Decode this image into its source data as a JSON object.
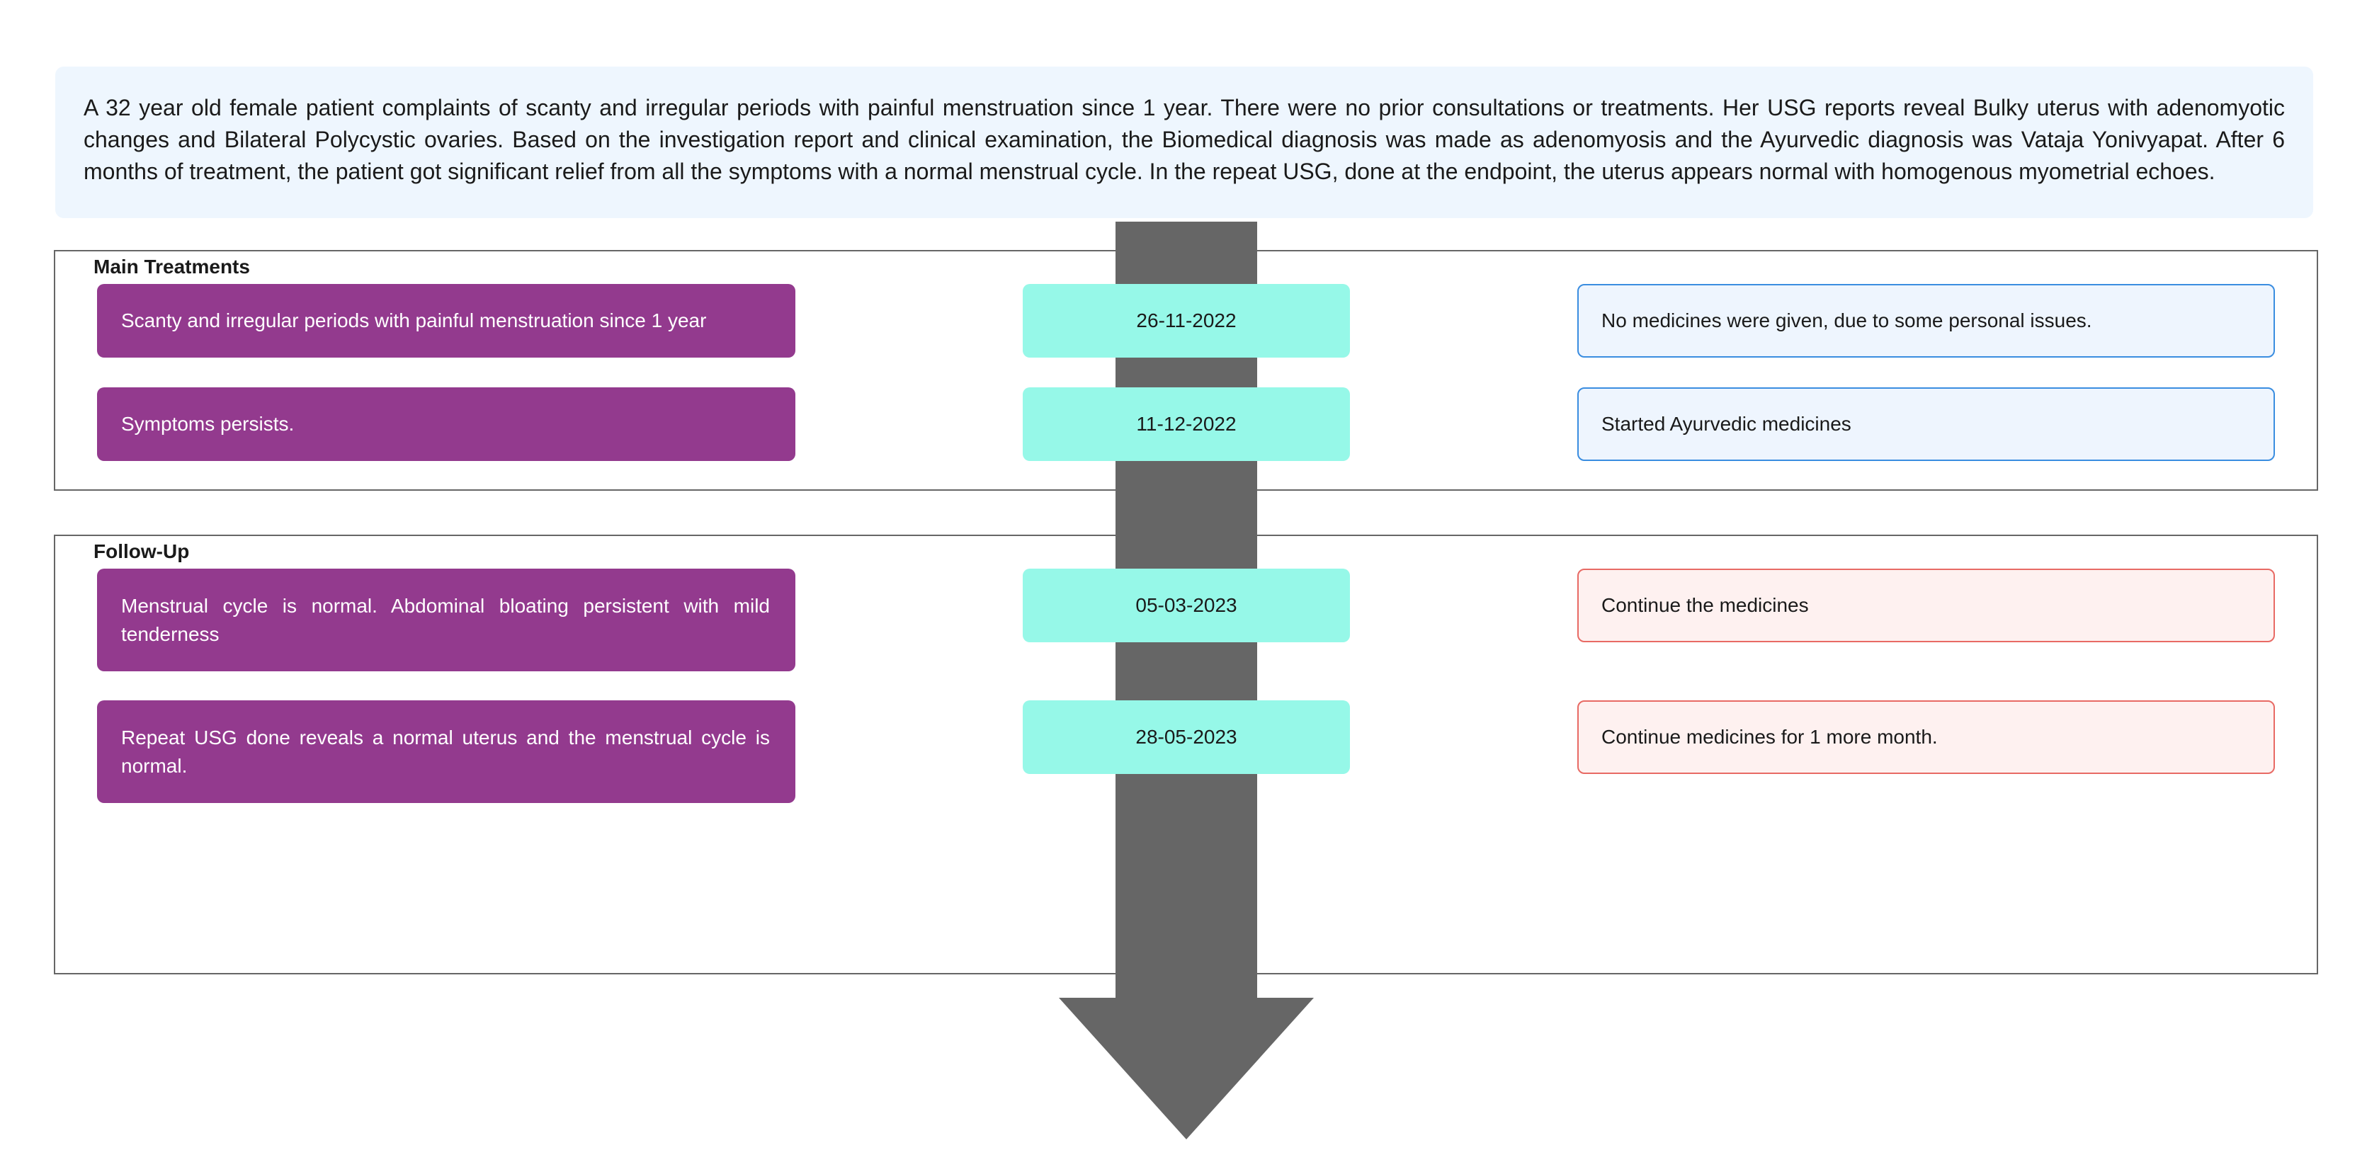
{
  "intro": {
    "text": "A 32 year old female patient complaints of scanty and irregular periods with painful menstruation since 1 year. There were no prior consultations or treatments. Her USG reports reveal Bulky uterus with adenomyotic changes and Bilateral Polycystic ovaries. Based on the investigation report and clinical examination, the Biomedical diagnosis was made as adenomyosis and the Ayurvedic diagnosis was Vataja Yonivyapat. After 6 months of treatment, the patient got significant relief from all the symptoms with a normal menstrual cycle. In the repeat USG, done at the endpoint, the uterus appears normal with homogenous myometrial echoes."
  },
  "sections": [
    {
      "title": "Main Treatments",
      "rows": [
        {
          "event": "Scanty and irregular periods with painful menstruation since 1 year",
          "date": "26-11-2022",
          "action": "No medicines were given, due to some personal issues."
        },
        {
          "event": "Symptoms persists.",
          "date": "11-12-2022",
          "action": "Started Ayurvedic medicines"
        }
      ]
    },
    {
      "title": "Follow-Up",
      "rows": [
        {
          "event": "Menstrual cycle is normal. Abdominal bloating persistent with mild tenderness",
          "date": "05-03-2023",
          "action": "Continue the medicines"
        },
        {
          "event": "Repeat USG done reveals a normal uterus and the menstrual cycle is normal.",
          "date": "28-05-2023",
          "action": "Continue medicines for 1 more month."
        }
      ]
    }
  ],
  "colors": {
    "event_box": "#933a8e",
    "date_box": "#96f8e8",
    "treatment_action_border": "#3a8de0",
    "followup_action_border": "#e86a64",
    "timeline_arrow": "#666666"
  }
}
